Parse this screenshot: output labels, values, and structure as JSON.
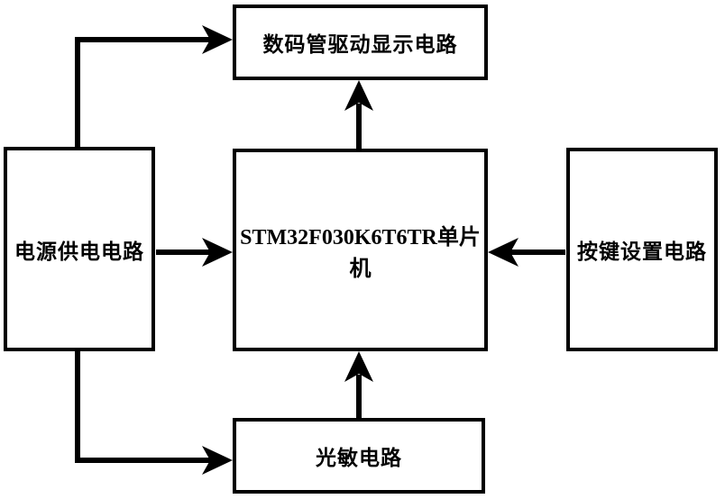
{
  "diagram": {
    "type": "block-diagram",
    "background_color": "#ffffff",
    "line_color": "#000000",
    "text_color": "#000000",
    "nodes": [
      {
        "id": "display",
        "label": "数码管驱动显示电路"
      },
      {
        "id": "power",
        "label": "电源供电电路"
      },
      {
        "id": "mcu",
        "label": "STM32F030K6T6TR单片机"
      },
      {
        "id": "keys",
        "label": "按键设置电路"
      },
      {
        "id": "light",
        "label": "光敏电路"
      }
    ],
    "edges": [
      {
        "from": "power",
        "to": "display",
        "shape": "up-then-right"
      },
      {
        "from": "mcu",
        "to": "display",
        "shape": "up"
      },
      {
        "from": "power",
        "to": "mcu",
        "shape": "right"
      },
      {
        "from": "keys",
        "to": "mcu",
        "shape": "left"
      },
      {
        "from": "light",
        "to": "mcu",
        "shape": "up"
      },
      {
        "from": "power",
        "to": "light",
        "shape": "down-then-right"
      }
    ]
  }
}
